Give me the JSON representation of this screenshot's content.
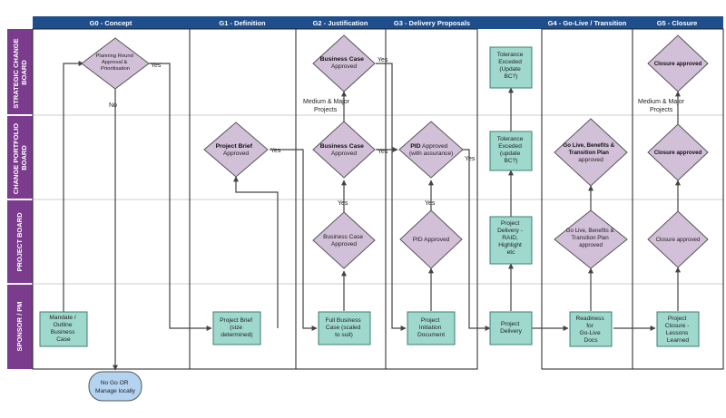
{
  "colors": {
    "header": "#1f4e8c",
    "lane": "#7b3c8e",
    "process": "#9fd8cd",
    "process_stroke": "#3d7f70",
    "decision": "#d2bfd8",
    "decision_stroke": "#555555",
    "terminal": "#b3d3f1",
    "line": "#444444"
  },
  "phases": [
    "G0 - Concept",
    "G1 - Definition",
    "G2 - Justification",
    "G3 - Delivery Proposals",
    "",
    "G4 - Go-Live / Transition",
    "G5 - Closure"
  ],
  "lanes": [
    [
      "STRATEGIC CHANGE",
      "BOARD"
    ],
    [
      "CHANGE PORTFOLIO",
      "BOARD"
    ],
    [
      "PROJECT BOARD"
    ],
    [
      "SPONSOR / PM"
    ]
  ],
  "nodes": {
    "planning_round": {
      "kind": "decision",
      "lines": [
        "Planning Round",
        "Approval &",
        "Prioritisation"
      ]
    },
    "mandate": {
      "kind": "process",
      "lines": [
        "Mandate /",
        "Outline",
        "Business",
        "Case"
      ]
    },
    "no_go": {
      "kind": "terminal",
      "lines": [
        "No Go OR",
        "Manage locally"
      ]
    },
    "project_brief_approved": {
      "kind": "decision",
      "bold": "Project Brief",
      "lines": [
        "Approved"
      ]
    },
    "project_brief": {
      "kind": "process",
      "lines": [
        "Project Brief",
        "(size",
        "determined)"
      ]
    },
    "bc_scb": {
      "kind": "decision",
      "bold": "Business Case",
      "lines": [
        "Approved"
      ]
    },
    "bc_cpb": {
      "kind": "decision",
      "bold": "Business Case",
      "lines": [
        "Approved"
      ]
    },
    "bc_pb": {
      "kind": "decision",
      "lines": [
        "Business Case",
        "Approved"
      ]
    },
    "full_bc": {
      "kind": "process",
      "lines": [
        "Full Business",
        "Case (scaled",
        "to suit)"
      ]
    },
    "pid_cpb": {
      "kind": "decision",
      "bold": "PID",
      "bold_suffix": " Approved",
      "lines": [
        "(with assurance)"
      ]
    },
    "pid_pb": {
      "kind": "decision",
      "lines": [
        "PID Approved"
      ]
    },
    "pid_doc": {
      "kind": "process",
      "lines": [
        "Project",
        "Initiation",
        "Document"
      ]
    },
    "tolerance_scb": {
      "kind": "process",
      "lines": [
        "Tolerance",
        "Exceded",
        "(Update",
        "BC?)"
      ]
    },
    "tolerance_cpb": {
      "kind": "process",
      "lines": [
        "Tolerance",
        "Exceded",
        "(update",
        "BC?)"
      ]
    },
    "delivery_raid": {
      "kind": "process",
      "lines": [
        "Project",
        "Delivery -",
        "RAID,",
        "Highlight",
        "etc"
      ]
    },
    "project_delivery": {
      "kind": "process",
      "lines": [
        "Project",
        "Delivery"
      ]
    },
    "golive_cpb": {
      "kind": "decision",
      "bold_lines": [
        "Go Live, Benefits &",
        "Transition Plan"
      ],
      "lines": [
        "approved"
      ]
    },
    "golive_pb": {
      "kind": "decision",
      "lines": [
        "Go Live, Benefits &",
        "Transition Plan",
        "approved"
      ]
    },
    "readiness": {
      "kind": "process",
      "lines": [
        "Readiness",
        "for",
        "Go-Live",
        "Docs"
      ]
    },
    "closure_scb": {
      "kind": "decision",
      "bold_lines": [
        "Closure approved"
      ]
    },
    "closure_cpb": {
      "kind": "decision",
      "bold_lines": [
        "Closure approved"
      ]
    },
    "closure_pb": {
      "kind": "decision",
      "lines": [
        "Closure approved"
      ]
    },
    "closure_doc": {
      "kind": "process",
      "lines": [
        "Project",
        "Closure -",
        "Lessons",
        "Learned"
      ]
    }
  },
  "edge_labels": {
    "yes": "Yes",
    "no": "No",
    "medium_major": [
      "Medium & Major",
      "Projects"
    ]
  }
}
